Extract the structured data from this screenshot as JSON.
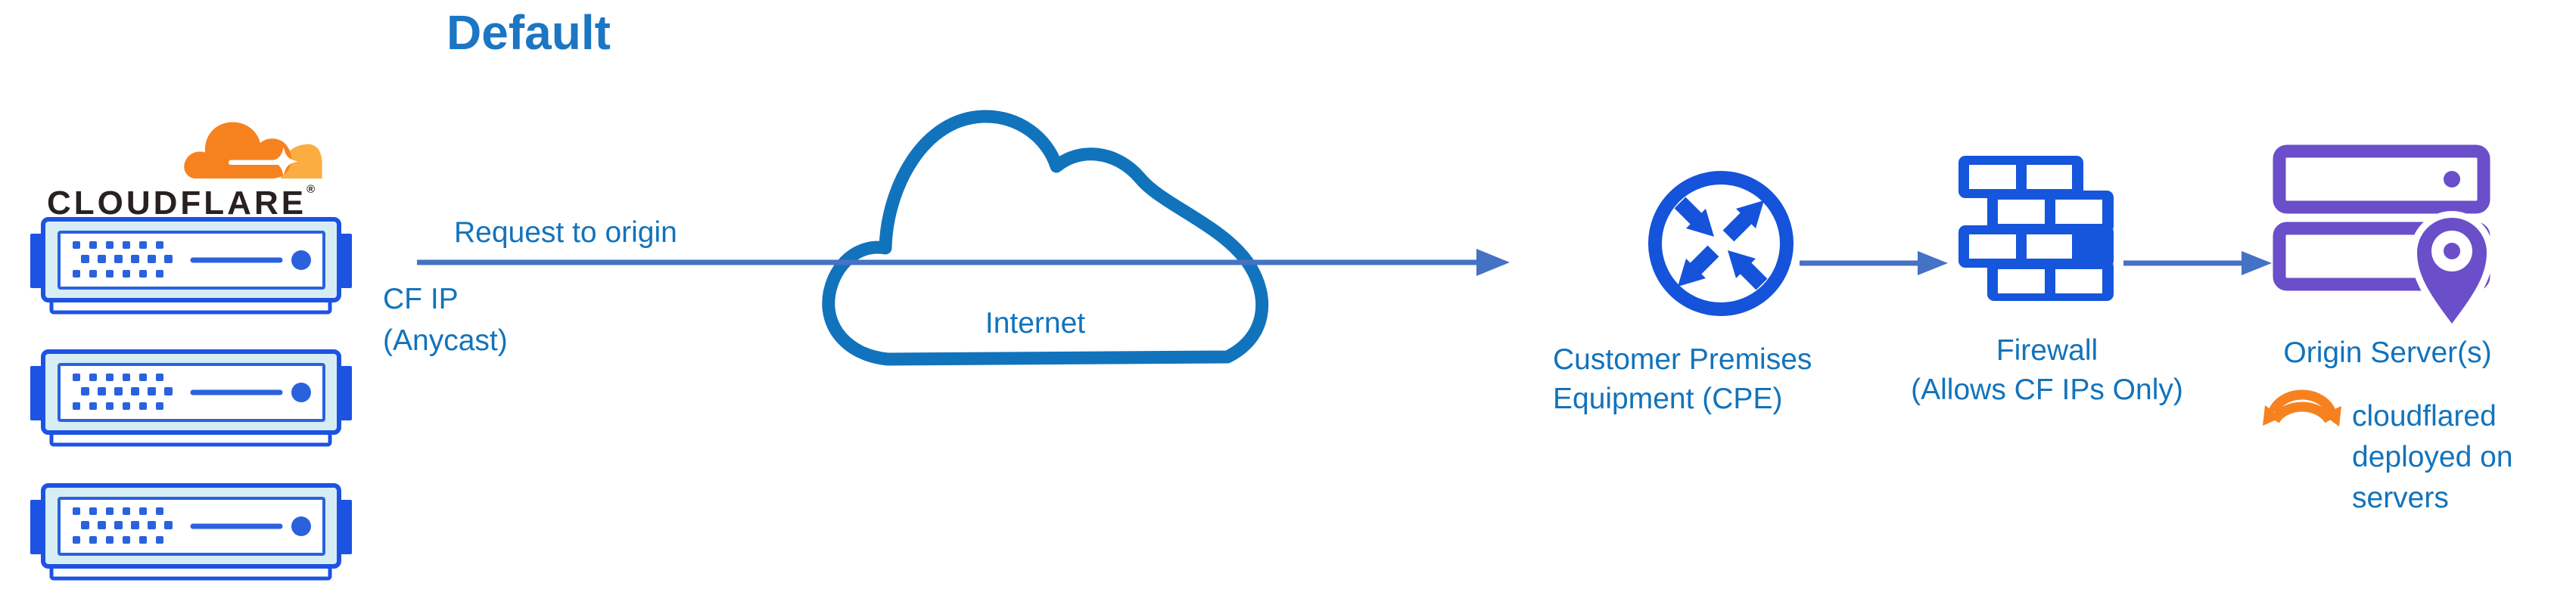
{
  "title": "Default",
  "brand": {
    "wordmark": "CLOUDFLARE",
    "registered": "®"
  },
  "edge": {
    "request_label": "Request to origin",
    "ip_label_line1": "CF IP",
    "ip_label_line2": "(Anycast)"
  },
  "internet": {
    "label": "Internet"
  },
  "cpe": {
    "caption_line1": "Customer Premises",
    "caption_line2": "Equipment (CPE)"
  },
  "firewall": {
    "caption_line1": "Firewall",
    "caption_line2": "(Allows CF IPs Only)"
  },
  "origin": {
    "caption": "Origin Server(s)",
    "note_line1": "cloudflared",
    "note_line2": "deployed on",
    "note_line3": "servers"
  },
  "icons": [
    "cloudflare-logo-icon",
    "cf-edge-server-icon",
    "internet-cloud-icon",
    "flow-arrow-icon",
    "cpe-router-icon",
    "firewall-icon",
    "origin-servers-icon",
    "location-pin-icon",
    "sync-icon"
  ],
  "colors": {
    "title_blue": "#1b76c4",
    "caption_blue": "#1273bb",
    "arrow_blue": "#4472c4",
    "cloud_outline_blue": "#1173bc",
    "device_blue": "#1a54dd",
    "device_accent_blue": "#2a62de",
    "server_bezel": "#d7edf4",
    "origin_purple": "#6b4ec9",
    "cloudflare_orange": "#f6821f",
    "cloudflare_light_orange": "#fbad41",
    "wordmark_dark": "#272220"
  }
}
